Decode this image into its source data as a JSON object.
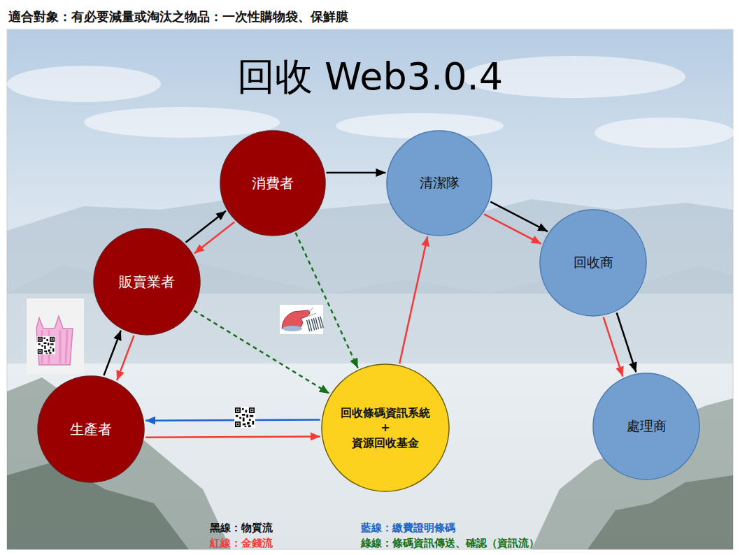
{
  "diagram": {
    "title": "回收 Web3.0.4",
    "nodes": [
      {
        "text": [
          "消費者"
        ]
      },
      {
        "text": [
          "清潔隊"
        ]
      },
      {
        "text": [
          "回收商"
        ]
      },
      {
        "text": [
          "販賣業者"
        ]
      },
      {
        "text": [
          "生產者"
        ]
      },
      {
        "text": [
          "回收條碼資訊系統 + 資源回收基金"
        ]
      },
      {
        "text": [
          "處理商"
        ]
      }
    ],
    "edges": [
      {
        "from": 0,
        "to": 1,
        "arrow": "to"
      },
      {
        "from": 1,
        "to": 2,
        "arrow": "to"
      },
      {
        "from": 1,
        "to": 2,
        "arrow": "to"
      },
      {
        "from": 2,
        "to": 6,
        "arrow": "to"
      },
      {
        "from": 2,
        "to": 6,
        "arrow": "to"
      },
      {
        "from": 3,
        "to": 0,
        "arrow": "to"
      },
      {
        "from": 0,
        "to": 3,
        "arrow": "to"
      },
      {
        "from": 4,
        "to": 3,
        "arrow": "to"
      },
      {
        "from": 3,
        "to": 4,
        "arrow": "to"
      },
      {
        "from": 0,
        "to": 5,
        "arrow": "to"
      },
      {
        "from": 3,
        "to": 5,
        "arrow": "to"
      },
      {
        "from": 5,
        "to": 4,
        "arrow": "to"
      },
      {
        "from": 4,
        "to": 5,
        "arrow": "to"
      },
      {
        "from": 5,
        "to": 1,
        "arrow": "to"
      }
    ],
    "labels": [
      "適合對象：有必要減量或淘汰之物品：一次性購物袋、保鮮膜"
    ],
    "legend": [
      {
        "text": "黑線：物質流"
      },
      {
        "text": "紅線：金錢流"
      },
      {
        "text": "藍線：繳費證明條碼"
      },
      {
        "text": "綠線：條碼資訊傳送、確認（資訊流）"
      }
    ]
  }
}
